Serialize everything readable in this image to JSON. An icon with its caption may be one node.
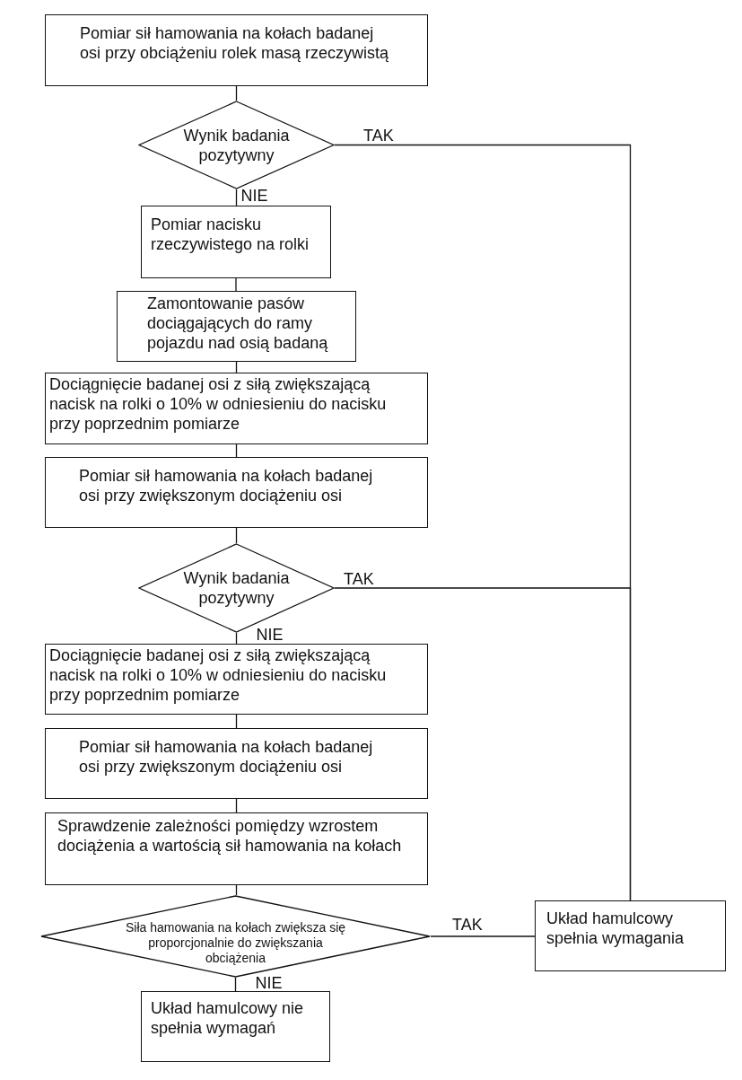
{
  "diagram": {
    "nodes": [
      {
        "text": [
          "Pomiar sił hamowania na kołach badanej osi przy obciążeniu rolek masą rzeczywistą"
        ]
      },
      {
        "text": [
          "Wynik badania pozytywny"
        ]
      },
      {
        "text": [
          "Pomiar nacisku rzeczywistego na rolki"
        ]
      },
      {
        "text": [
          "Zamontowanie pasów dociągających do ramy pojazdu nad osią badaną"
        ]
      },
      {
        "text": [
          "Dociągnięcie badanej osi z siłą zwiększającą nacisk na rolki o 10% w odniesieniu do nacisku przy poprzednim pomiarze"
        ]
      },
      {
        "text": [
          "Pomiar sił hamowania na kołach badanej osi przy zwiększonym dociążeniu osi"
        ]
      },
      {
        "text": [
          "Wynik badania pozytywny"
        ]
      },
      {
        "text": [
          "Dociągnięcie badanej osi z siłą zwiększającą nacisk na rolki o 10% w odniesieniu do nacisku przy poprzednim pomiarze"
        ]
      },
      {
        "text": [
          "Pomiar sił hamowania na kołach badanej osi przy zwiększonym dociążeniu osi"
        ]
      },
      {
        "text": [
          "Sprawdzenie zależności pomiędzy wzrostem dociążenia a wartością sił hamowania na kołach"
        ]
      },
      {
        "text": [
          "Siła hamowania na kołach zwiększa się proporcjonalnie do zwiększania obciążenia"
        ]
      },
      {
        "text": [
          "Układ hamulcowy spełnia wymagania"
        ]
      },
      {
        "text": [
          "Układ hamulcowy nie spełnia wymagań"
        ]
      }
    ],
    "edges": [
      {
        "from": 0,
        "to": 1,
        "arrow": "none"
      },
      {
        "from": 1,
        "to": 2,
        "arrow": "none",
        "label": "NIE"
      },
      {
        "from": 1,
        "to": 11,
        "arrow": "none",
        "label": "TAK"
      },
      {
        "from": 2,
        "to": 3,
        "arrow": "none"
      },
      {
        "from": 3,
        "to": 4,
        "arrow": "none"
      },
      {
        "from": 4,
        "to": 5,
        "arrow": "none"
      },
      {
        "from": 5,
        "to": 6,
        "arrow": "none"
      },
      {
        "from": 6,
        "to": 7,
        "arrow": "none",
        "label": "NIE"
      },
      {
        "from": 6,
        "to": 11,
        "arrow": "none",
        "label": "TAK"
      },
      {
        "from": 7,
        "to": 8,
        "arrow": "none"
      },
      {
        "from": 8,
        "to": 9,
        "arrow": "none"
      },
      {
        "from": 9,
        "to": 10,
        "arrow": "none"
      },
      {
        "from": 10,
        "to": 11,
        "arrow": "none",
        "label": "TAK"
      },
      {
        "from": 10,
        "to": 12,
        "arrow": "none",
        "label": "NIE"
      }
    ]
  }
}
